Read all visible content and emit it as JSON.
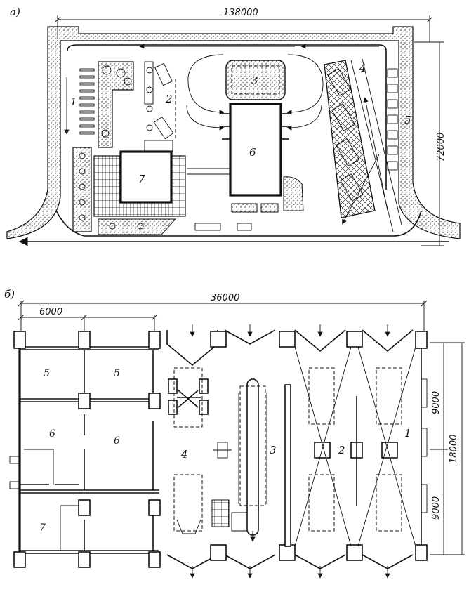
{
  "part_a": {
    "panel_label": "а)",
    "dim_width": "138000",
    "dim_height": "72000",
    "zones": [
      "1",
      "2",
      "3",
      "4",
      "5",
      "6",
      "7"
    ]
  },
  "part_b": {
    "panel_label": "б)",
    "dim_total": "36000",
    "dim_bay": "6000",
    "dim_height_total": "18000",
    "dim_upper": "9000",
    "dim_lower": "9000",
    "rooms": [
      "5",
      "5",
      "6",
      "6",
      "7"
    ],
    "posts": [
      "1",
      "2",
      "3",
      "4"
    ]
  }
}
